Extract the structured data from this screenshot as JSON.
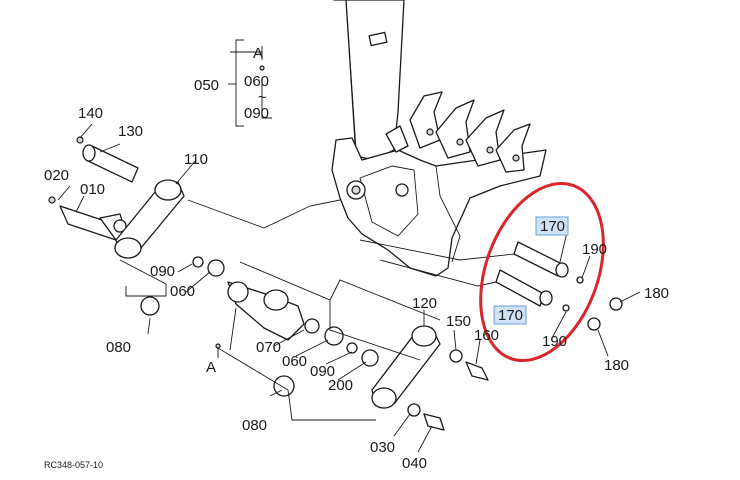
{
  "diagram_code": "RC348-057-10",
  "highlight_color": "#d9262a",
  "group": {
    "number": "050",
    "ref": "A",
    "range_start": "060",
    "range_tilde": "~",
    "range_end": "090"
  },
  "labels": {
    "p140": "140",
    "p130": "130",
    "p020": "020",
    "p010": "010",
    "p110": "110",
    "p090_left": "090",
    "p060_left": "060",
    "p080_left": "080",
    "refA": "A",
    "p070": "070",
    "p060_right": "060",
    "p090_right": "090",
    "p200": "200",
    "p080_bottom": "080",
    "p120": "120",
    "p150": "150",
    "p160": "160",
    "p030": "030",
    "p040": "040",
    "p170_top": "170",
    "p170_bottom": "170",
    "p190_top": "190",
    "p190_bottom": "190",
    "p180_top": "180",
    "p180_bottom": "180"
  }
}
